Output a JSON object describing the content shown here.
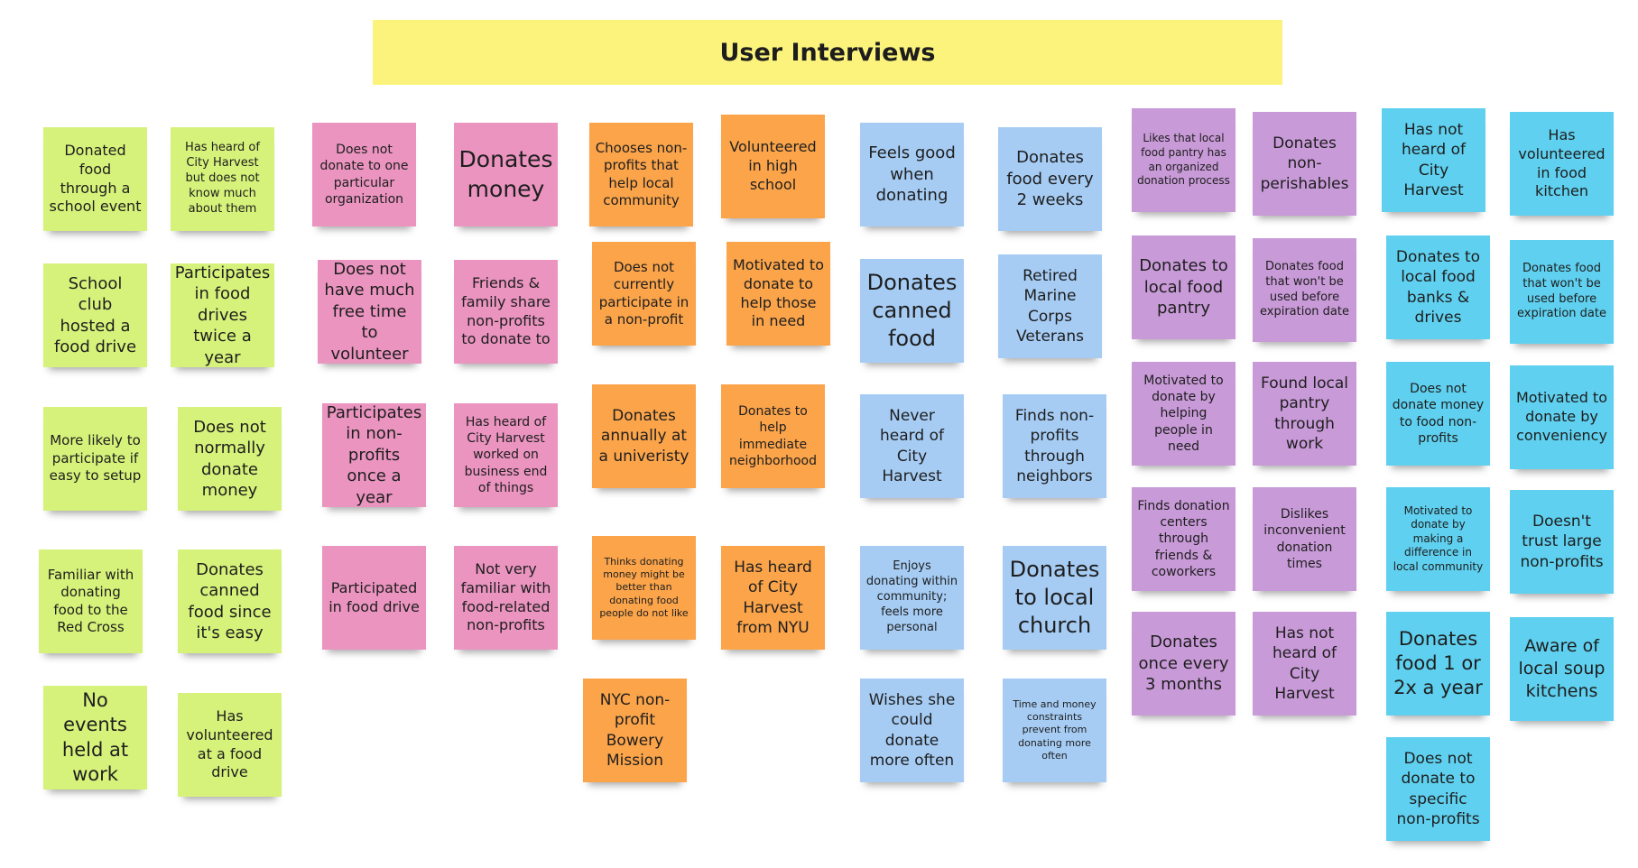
{
  "board": {
    "title": "User Interviews",
    "colors": {
      "title": "#fbf37c",
      "green": "#d6f27a",
      "pink": "#ea94bf",
      "orange": "#fba44a",
      "blue": "#a6ccf4",
      "purple": "#c89ad8",
      "cyan": "#5fd0ef"
    },
    "notes": [
      {
        "text": "Donated food through a school event",
        "color": "green"
      },
      {
        "text": "Has heard of City Harvest but does not know much about them",
        "color": "green"
      },
      {
        "text": "School club hosted a food drive",
        "color": "green"
      },
      {
        "text": "Participates in food drives twice a year",
        "color": "green"
      },
      {
        "text": "More likely to participate if easy to setup",
        "color": "green"
      },
      {
        "text": "Does not normally donate money",
        "color": "green"
      },
      {
        "text": "Familiar with donating food to the Red Cross",
        "color": "green"
      },
      {
        "text": "Donates canned food since it's easy",
        "color": "green"
      },
      {
        "text": "No events held at work",
        "color": "green"
      },
      {
        "text": "Has volunteered at a food drive",
        "color": "green"
      },
      {
        "text": "Does not donate to one particular organization",
        "color": "pink"
      },
      {
        "text": "Donates money",
        "color": "pink"
      },
      {
        "text": "Does not have much free time to volunteer",
        "color": "pink"
      },
      {
        "text": "Friends & family share non-profits to donate to",
        "color": "pink"
      },
      {
        "text": "Participates in non-profits once a year",
        "color": "pink"
      },
      {
        "text": "Has heard of City Harvest worked on business end of things",
        "color": "pink"
      },
      {
        "text": "Participated in food drive",
        "color": "pink"
      },
      {
        "text": "Not very familiar with food-related non-profits",
        "color": "pink"
      },
      {
        "text": "Chooses non-profits that help local community",
        "color": "orange"
      },
      {
        "text": "Volunteered in high school",
        "color": "orange"
      },
      {
        "text": "Does not currently participate in a non-profit",
        "color": "orange"
      },
      {
        "text": "Motivated to donate to help those in need",
        "color": "orange"
      },
      {
        "text": "Donates annually at a univeristy",
        "color": "orange"
      },
      {
        "text": "Donates to help immediate neighborhood",
        "color": "orange"
      },
      {
        "text": "Thinks donating money might be better than donating food people do not like",
        "color": "orange"
      },
      {
        "text": "Has heard of City Harvest from NYU",
        "color": "orange"
      },
      {
        "text": "NYC non-profit Bowery Mission",
        "color": "orange"
      },
      {
        "text": "Feels good when donating",
        "color": "blue"
      },
      {
        "text": "Donates food every 2 weeks",
        "color": "blue"
      },
      {
        "text": "Donates canned food",
        "color": "blue"
      },
      {
        "text": "Retired Marine Corps Veterans",
        "color": "blue"
      },
      {
        "text": "Never heard of City Harvest",
        "color": "blue"
      },
      {
        "text": "Finds non-profits through neighbors",
        "color": "blue"
      },
      {
        "text": "Enjoys donating within community; feels more personal",
        "color": "blue"
      },
      {
        "text": "Donates to local church",
        "color": "blue"
      },
      {
        "text": "Wishes she could donate more often",
        "color": "blue"
      },
      {
        "text": "Time and money constraints prevent from donating more often",
        "color": "blue"
      },
      {
        "text": "Likes that local food pantry has an organized donation process",
        "color": "purple"
      },
      {
        "text": "Donates non-perishables",
        "color": "purple"
      },
      {
        "text": "Donates to local food pantry",
        "color": "purple"
      },
      {
        "text": "Donates food that won't be used before expiration date",
        "color": "purple"
      },
      {
        "text": "Motivated to donate by helping people in need",
        "color": "purple"
      },
      {
        "text": "Found local pantry through work",
        "color": "purple"
      },
      {
        "text": "Finds donation centers through friends & coworkers",
        "color": "purple"
      },
      {
        "text": "Dislikes inconvenient donation times",
        "color": "purple"
      },
      {
        "text": "Donates once every 3 months",
        "color": "purple"
      },
      {
        "text": "Has not heard of City Harvest",
        "color": "purple"
      },
      {
        "text": "Has not heard of City Harvest",
        "color": "cyan"
      },
      {
        "text": "Has volunteered in food kitchen",
        "color": "cyan"
      },
      {
        "text": "Donates to local food banks & drives",
        "color": "cyan"
      },
      {
        "text": "Donates food that won't be used before expiration date",
        "color": "cyan"
      },
      {
        "text": "Does not donate money to food non-profits",
        "color": "cyan"
      },
      {
        "text": "Motivated to donate by conveniency",
        "color": "cyan"
      },
      {
        "text": "Motivated to donate by making a difference in local community",
        "color": "cyan"
      },
      {
        "text": "Doesn't trust large non-profits",
        "color": "cyan"
      },
      {
        "text": "Donates food 1 or 2x a year",
        "color": "cyan"
      },
      {
        "text": "Aware of local soup kitchens",
        "color": "cyan"
      },
      {
        "text": "Does not donate to specific non-profits",
        "color": "cyan"
      }
    ]
  }
}
